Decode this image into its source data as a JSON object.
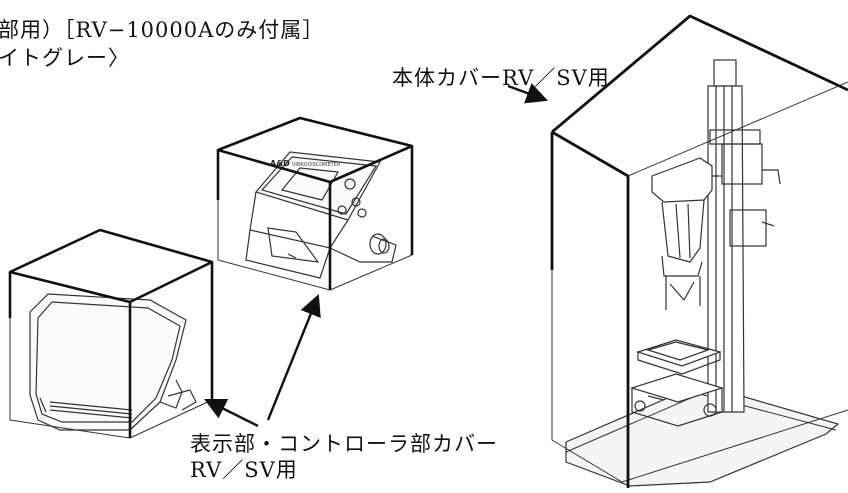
{
  "labels": {
    "top_line1": "部用）［RV−10000Aのみ付属］",
    "top_line2": "イトグレー〉",
    "body_cover": "本体カバーRV／SV用",
    "display_cover_line1": "表示部・コントローラ部カバー",
    "display_cover_line2": "RV／SV用"
  },
  "device_labels": {
    "brand": "A&D",
    "model": "VIBROVISCOMETER"
  },
  "colors": {
    "line": "#111111",
    "thin_line": "#333333",
    "base_fill": "#f4f4f4"
  }
}
